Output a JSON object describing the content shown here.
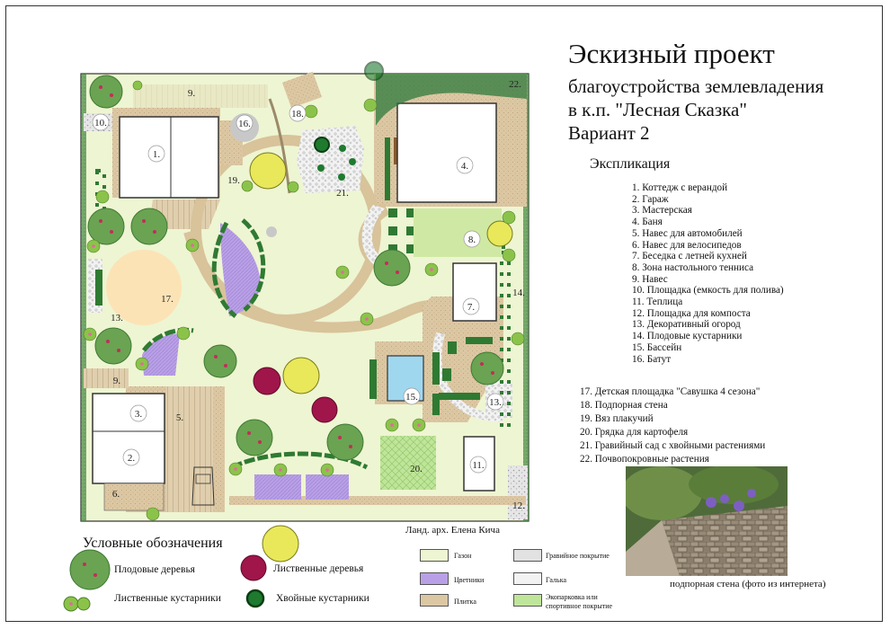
{
  "title": "Эскизный проект",
  "subtitle_lines": [
    "благоустройства землевладения",
    "в к.п. \"Лесная Сказка\"",
    "Вариант 2"
  ],
  "explication": {
    "heading": "Экспликация",
    "items_a": [
      "1. Коттедж с верандой",
      "2. Гараж",
      "3. Мастерская",
      "4. Баня",
      "5. Навес для автомобилей",
      "6. Навес для велосипедов",
      "7. Беседка с летней кухней",
      "8. Зона настольного тенниса",
      "9. Навес",
      "10. Площадка (емкость для полива)",
      "11. Теплица",
      "12. Площадка для компоста",
      "13. Декоративный огород",
      "14. Плодовые кустарники",
      "15. Бассейн",
      "16. Батут"
    ],
    "items_b": [
      "17. Детская площадка \"Савушка 4 сезона\"",
      "18. Подпорная стена",
      "19. Вяз плакучий",
      "20. Грядка для картофеля",
      "21. Гравийный сад с хвойными растениями",
      "22. Почвопокровные растения"
    ]
  },
  "plan_labels": [
    "1.",
    "2.",
    "3.",
    "4.",
    "5.",
    "6.",
    "7.",
    "8.",
    "9.",
    "9.",
    "10.",
    "11.",
    "12.",
    "13.",
    "13.",
    "14.",
    "15.",
    "16.",
    "17.",
    "18.",
    "19.",
    "20.",
    "21.",
    "22."
  ],
  "photo_caption": "подпорная стена (фото из интернета)",
  "author": "Ланд. арх. Елена Кича",
  "legend": {
    "title": "Условные обозначения",
    "fruit_trees": "Плодовые деревья",
    "deciduous_trees": "Лиственные деревья",
    "deciduous_shrubs": "Лиственные кустарники",
    "conifer_shrubs": "Хвойные кустарники",
    "lawn": "Газон",
    "flowerbeds": "Цветники",
    "tiles": "Плитка",
    "gravel_cover": "Гравийное покрытие",
    "pebbles": "Галька",
    "ecoparking_1": "Экопарковка или",
    "ecoparking_2": "спортивное покрытие"
  },
  "colors": {
    "lawn": "#eef5d2",
    "flowers": "#b9a0e6",
    "tiles": "#dcc7a3",
    "gravel": "#e2e2e2",
    "ecoparking": "#bfe59a",
    "fruit_tree": "#6aa352",
    "deciduous_red": "#a0154a",
    "conifer": "#1e7a2e"
  }
}
